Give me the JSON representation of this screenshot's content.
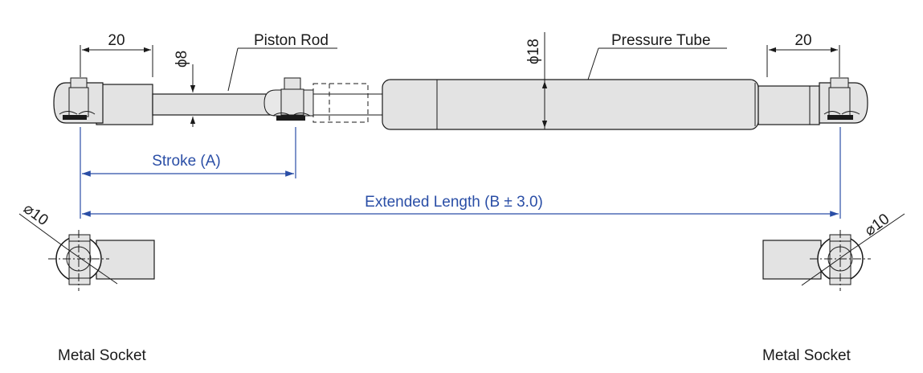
{
  "dimensions": {
    "left_socket_length": "20",
    "right_socket_length": "20",
    "rod_diameter": "ϕ8",
    "tube_diameter": "ϕ18",
    "left_ball_diameter": "⌀10",
    "right_ball_diameter": "⌀10"
  },
  "callouts": {
    "piston_rod": "Piston Rod",
    "pressure_tube": "Pressure Tube"
  },
  "measurements": {
    "stroke": "Stroke (A)",
    "extended_length": "Extended Length (B ± 3.0)"
  },
  "captions": {
    "left_socket": "Metal Socket",
    "right_socket": "Metal Socket"
  },
  "colors": {
    "ink": "#1a1a1a",
    "body_fill": "#e3e3e3",
    "dimension_blue": "#2a4ea6"
  }
}
